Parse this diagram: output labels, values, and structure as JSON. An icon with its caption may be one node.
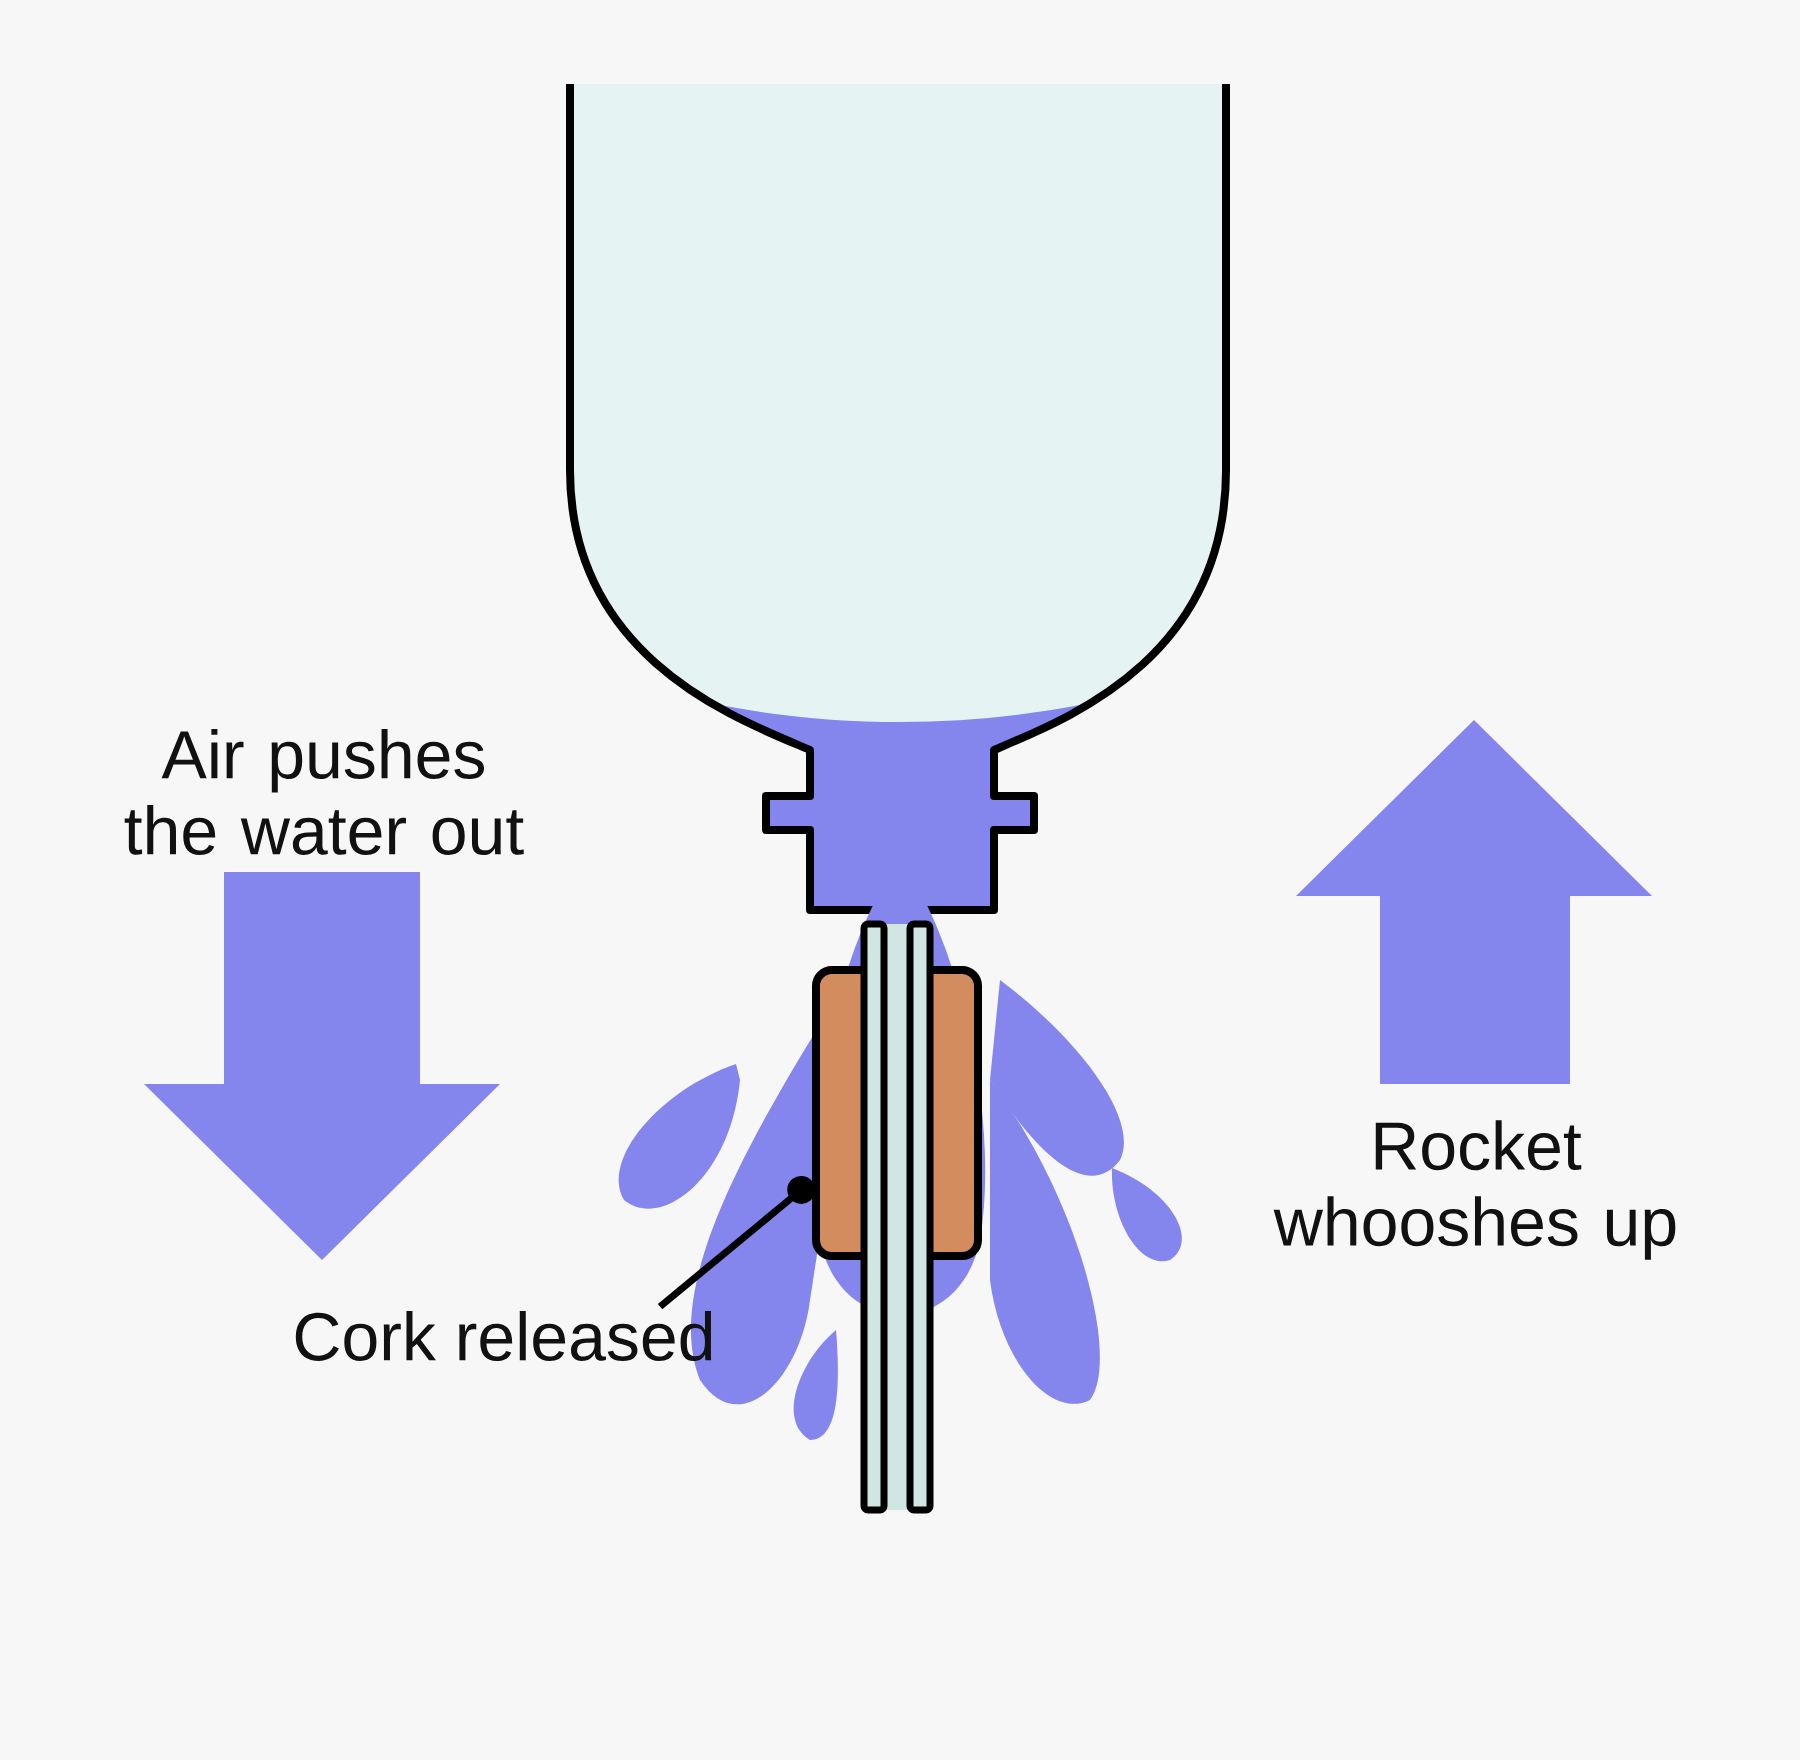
{
  "diagram": {
    "nodes": [
      {
        "text": [
          "Cork released"
        ]
      },
      {
        "text": [],
        "shape": "box"
      }
    ],
    "edges": [
      {
        "from": 0,
        "to": 1,
        "arrow": "other"
      }
    ],
    "labels": [
      "Air pushes the water out",
      "Rocket whooshes up"
    ]
  }
}
